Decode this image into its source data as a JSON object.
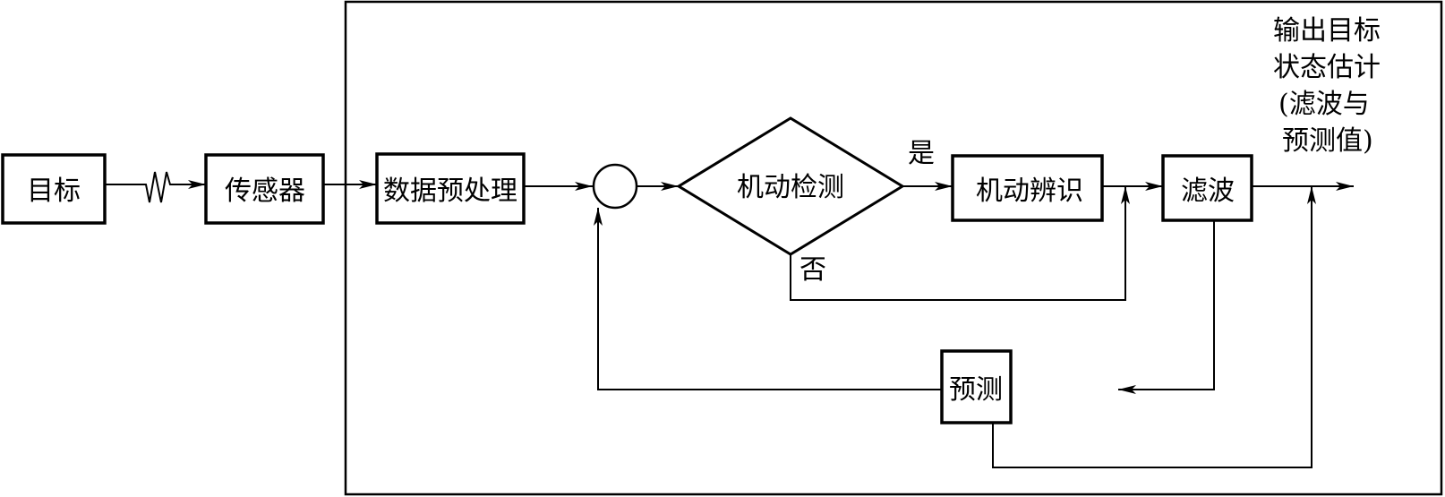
{
  "diagram": {
    "nodes": {
      "target": "目标",
      "sensor": "传感器",
      "preprocess": "数据预处理",
      "maneuver_detect": "机动检测",
      "maneuver_identify": "机动辨识",
      "filter": "滤波",
      "predict": "预测"
    },
    "branch_labels": {
      "yes": "是",
      "no": "否"
    },
    "output_label": [
      "输出目标",
      "状态估计",
      "(滤波与",
      "预测值)"
    ]
  }
}
